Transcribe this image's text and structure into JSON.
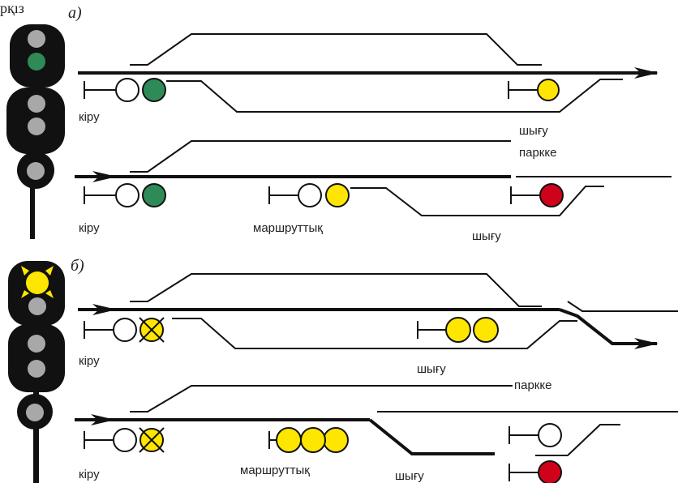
{
  "header_text": "рқıз",
  "panel_a": {
    "label": "а)"
  },
  "panel_b": {
    "label": "б)"
  },
  "labels": {
    "a_track1_entry": "кіру",
    "a_track1_exit": "шығу",
    "a_track1_park": "паркке",
    "a_track2_entry": "кіру",
    "a_track2_route": "маршруттық",
    "a_track2_exit": "шығу",
    "b_track1_entry": "кіру",
    "b_track1_exit": "шығу",
    "b_track1_park": "паркке",
    "b_track2_entry": "кіру",
    "b_track2_route": "маршруттық",
    "b_track2_exit": "шығу"
  },
  "colors": {
    "green": "#2e8b57",
    "yellow": "#ffe600",
    "red": "#d0021b",
    "gray": "#a8a8a8",
    "black": "#111111"
  }
}
